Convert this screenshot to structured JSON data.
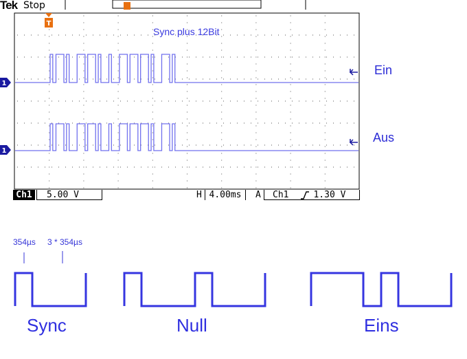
{
  "scope": {
    "brand": "Tek",
    "state": "Stop",
    "title": "Sync plus 12Bit",
    "channel_in_label": "Ein",
    "channel_out_label": "Aus",
    "channel_marker": "1",
    "trigger_marker": "T",
    "status": {
      "channel": "Ch1",
      "volts_per_div": "5.00 V",
      "h_label": "H",
      "time_per_div": "4.00ms",
      "a_label": "A",
      "trigger_channel": "Ch1",
      "trigger_slope_icon": "rising-edge-icon",
      "trigger_level": "1.30 V"
    }
  },
  "legend": {
    "annotation_short": "354µs",
    "annotation_long": "3 * 354µs",
    "captions": {
      "sync": "Sync",
      "null": "Null",
      "one": "Eins"
    }
  },
  "colors": {
    "trace": "#7070ee",
    "diagram": "#3535e0",
    "marker_orange": "#e87010",
    "marker_blue": "#1a1aa0"
  }
}
